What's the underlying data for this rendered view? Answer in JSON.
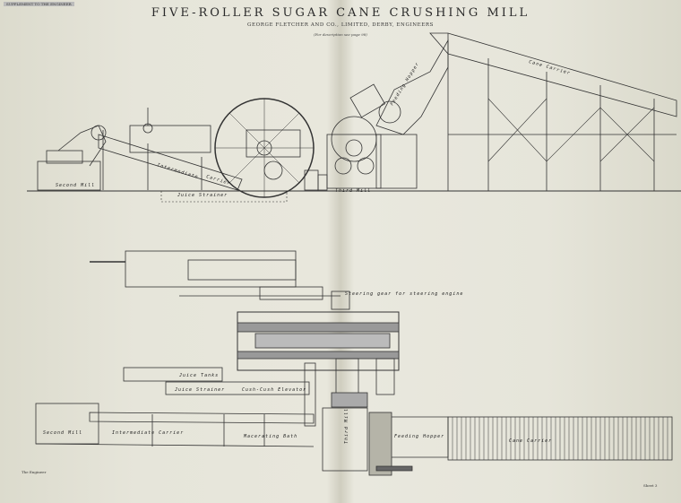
{
  "header": {
    "supplement": "SUPPLEMENT TO THE ENGINEER",
    "title": "FIVE-ROLLER SUGAR CANE CRUSHING MILL",
    "subtitle": "GEORGE FLETCHER AND CO., LIMITED, DERBY, ENGINEERS",
    "note": "(For description see page 98)"
  },
  "elevation_labels": {
    "second_mill": "Second Mill",
    "intermediate": "Intermediate",
    "carrier": "Carrier",
    "juice_strainer": "Juice Strainer",
    "third_mill": "Third Mill",
    "feeding_hopper": "Feeding Hopper",
    "cane_carrier": "Cane Carrier"
  },
  "plan_labels": {
    "steering_gear": "Steering gear for steering engine",
    "juice_tanks": "Juice Tanks",
    "juice_strainer": "Juice Strainer",
    "cush_cush": "Cush-Cush Elevator",
    "second_mill": "Second Mill",
    "intermediate_carrier": "Intermediate Carrier",
    "macerating_bath": "Macerating Bath",
    "third_mill": "Third Mill",
    "feeding_hopper": "Feeding Hopper",
    "cane_carrier": "Cane Carrier"
  },
  "footer": {
    "left": "The Engineer",
    "right": "Sheet 3"
  }
}
